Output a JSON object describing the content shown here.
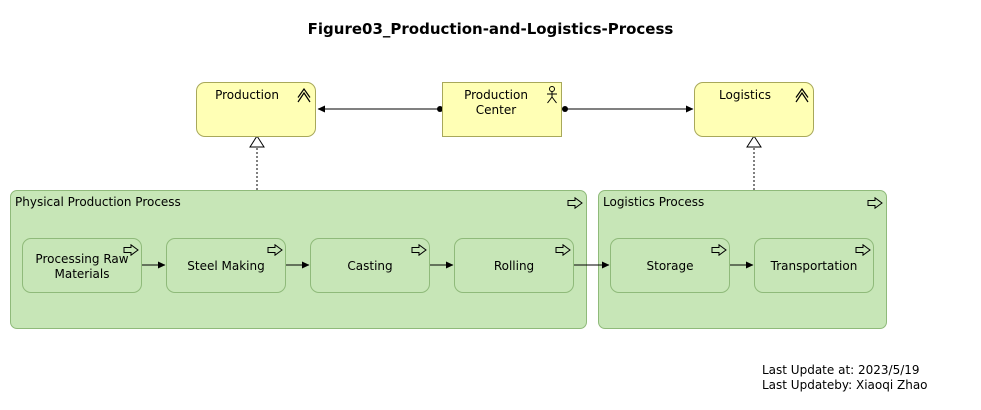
{
  "title": "Figure03_Production-and-Logistics-Process",
  "capabilities": {
    "production": "Production",
    "logistics": "Logistics"
  },
  "actor": {
    "line1": "Production",
    "line2": "Center"
  },
  "groups": {
    "physical": "Physical Production Process",
    "logistics": "Logistics Process"
  },
  "processes": {
    "raw_line1": "Processing Raw",
    "raw_line2": "Materials",
    "steel": "Steel Making",
    "casting": "Casting",
    "rolling": "Rolling",
    "storage": "Storage",
    "transport": "Transportation"
  },
  "footer": {
    "update_at": "Last Update at: 2023/5/19",
    "update_by": "Last Updateby: Xiaoqi Zhao"
  },
  "colors": {
    "capability_fill": "#ffffb5",
    "process_fill": "#c7e6b7"
  }
}
